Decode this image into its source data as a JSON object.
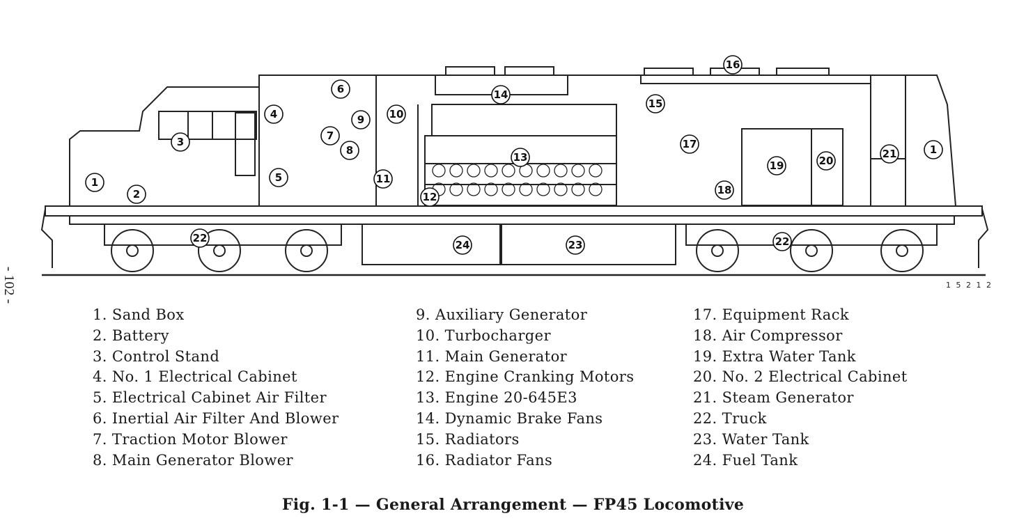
{
  "figure": {
    "drawing_number": "1 5 2 1 2",
    "page_number": "- 102 -",
    "caption": "Fig. 1-1 — General Arrangement — FP45 Locomotive",
    "callouts": [
      "1",
      "2",
      "3",
      "4",
      "5",
      "6",
      "7",
      "8",
      "9",
      "10",
      "11",
      "12",
      "13",
      "14",
      "15",
      "16",
      "17",
      "18",
      "19",
      "20",
      "21",
      "22",
      "1",
      "22",
      "24",
      "23"
    ]
  },
  "legend": {
    "column1": [
      "1. Sand Box",
      "2. Battery",
      "3. Control Stand",
      "4. No. 1 Electrical Cabinet",
      "5. Electrical Cabinet Air Filter",
      "6. Inertial Air Filter And Blower",
      "7. Traction Motor Blower",
      "8. Main Generator Blower"
    ],
    "column2": [
      "9. Auxiliary Generator",
      "10. Turbocharger",
      "11. Main Generator",
      "12. Engine Cranking Motors",
      "13. Engine 20-645E3",
      "14. Dynamic Brake Fans",
      "15. Radiators",
      "16. Radiator Fans"
    ],
    "column3": [
      "17. Equipment Rack",
      "18. Air Compressor",
      "19. Extra Water Tank",
      "20. No. 2 Electrical Cabinet",
      "21. Steam Generator",
      "22. Truck",
      "23. Water Tank",
      "24. Fuel Tank"
    ]
  }
}
